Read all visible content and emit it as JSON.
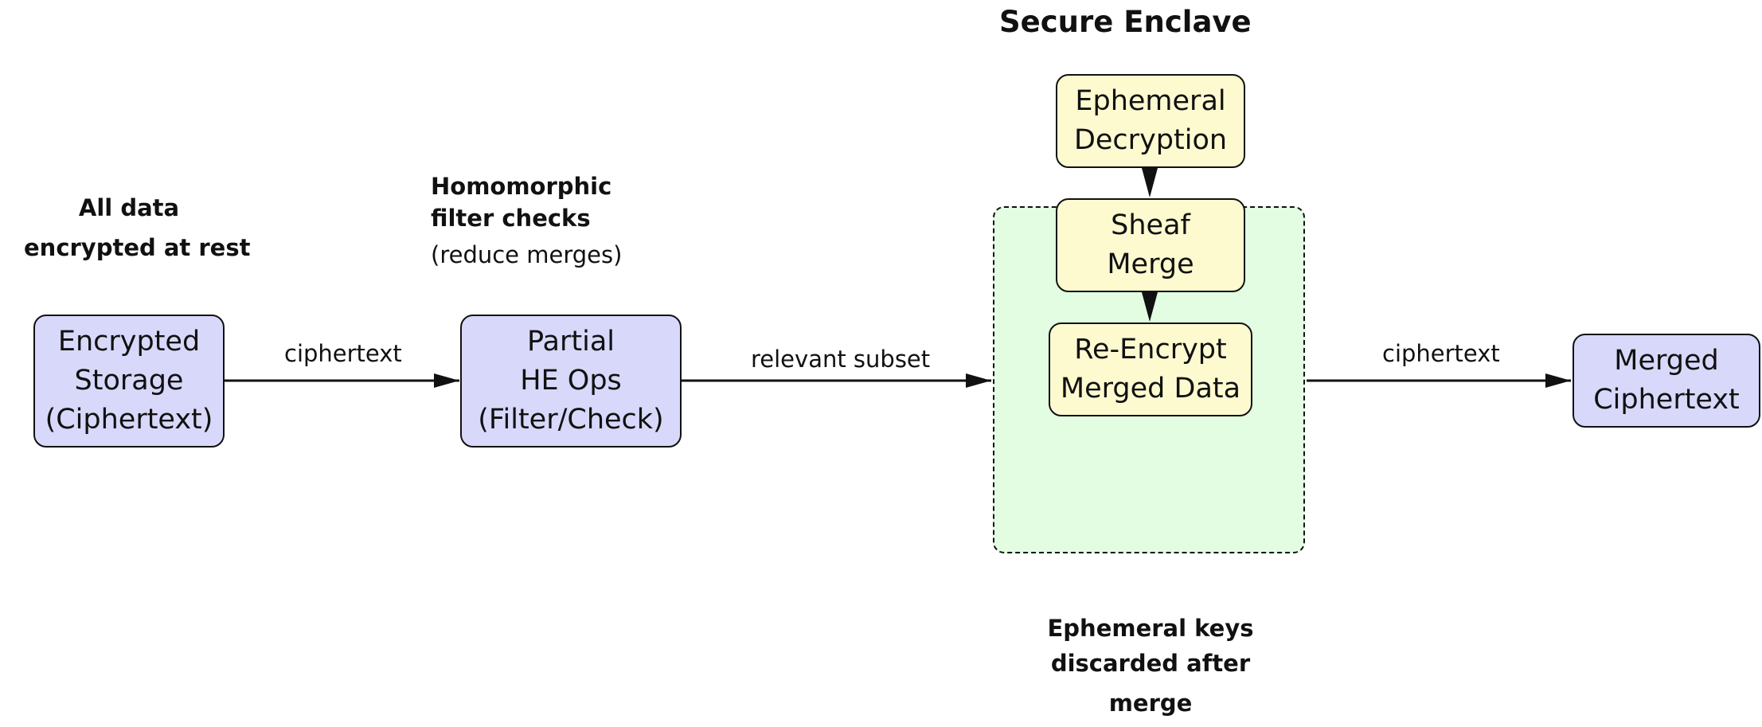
{
  "title": "Secure Enclave",
  "nodes": {
    "storage": [
      "Encrypted",
      "Storage",
      "(Ciphertext)"
    ],
    "he_ops": [
      "Partial",
      "HE Ops",
      "(Filter/Check)"
    ],
    "decrypt": [
      "Ephemeral",
      "Decryption"
    ],
    "merge": [
      "Sheaf",
      "Merge"
    ],
    "reencrypt": [
      "Re-Encrypt",
      "Merged Data"
    ],
    "output": [
      "Merged",
      "Ciphertext"
    ]
  },
  "edges": {
    "storage_to_he": "ciphertext",
    "he_to_enclave": "relevant subset",
    "enclave_to_output": "ciphertext"
  },
  "notes": {
    "at_rest": [
      "All data",
      "encrypted at rest"
    ],
    "homomorphic": [
      "Homomorphic",
      "filter checks"
    ],
    "homomorphic_sub": "(reduce merges)",
    "keys": [
      "Ephemeral keys",
      "discarded after",
      "merge"
    ]
  },
  "colors": {
    "blue_node": "#d8d8fb",
    "yellow_node": "#fdfad0",
    "enclave_fill": "#e2fde2",
    "stroke": "#111111"
  }
}
